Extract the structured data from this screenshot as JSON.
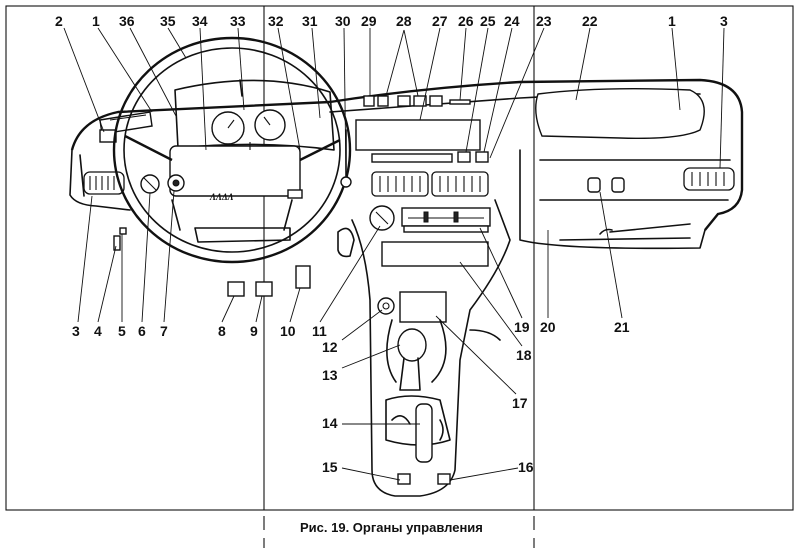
{
  "figure": {
    "caption": "Рис. 19. Органы управления",
    "logo_text": "ΛΛΔΛ"
  },
  "callouts": [
    {
      "id": "c2",
      "text": "2"
    },
    {
      "id": "c1a",
      "text": "1"
    },
    {
      "id": "c36",
      "text": "36"
    },
    {
      "id": "c35",
      "text": "35"
    },
    {
      "id": "c34",
      "text": "34"
    },
    {
      "id": "c33",
      "text": "33"
    },
    {
      "id": "c32",
      "text": "32"
    },
    {
      "id": "c31",
      "text": "31"
    },
    {
      "id": "c30",
      "text": "30"
    },
    {
      "id": "c29",
      "text": "29"
    },
    {
      "id": "c28",
      "text": "28"
    },
    {
      "id": "c27",
      "text": "27"
    },
    {
      "id": "c26",
      "text": "26"
    },
    {
      "id": "c25",
      "text": "25"
    },
    {
      "id": "c24",
      "text": "24"
    },
    {
      "id": "c23",
      "text": "23"
    },
    {
      "id": "c22",
      "text": "22"
    },
    {
      "id": "c1b",
      "text": "1"
    },
    {
      "id": "c3a",
      "text": "3"
    },
    {
      "id": "c3b",
      "text": "3"
    },
    {
      "id": "c4",
      "text": "4"
    },
    {
      "id": "c5",
      "text": "5"
    },
    {
      "id": "c6",
      "text": "6"
    },
    {
      "id": "c7",
      "text": "7"
    },
    {
      "id": "c8",
      "text": "8"
    },
    {
      "id": "c9",
      "text": "9"
    },
    {
      "id": "c10",
      "text": "10"
    },
    {
      "id": "c11",
      "text": "11"
    },
    {
      "id": "c19",
      "text": "19"
    },
    {
      "id": "c20",
      "text": "20"
    },
    {
      "id": "c21",
      "text": "21"
    },
    {
      "id": "c12",
      "text": "12"
    },
    {
      "id": "c18",
      "text": "18"
    },
    {
      "id": "c13",
      "text": "13"
    },
    {
      "id": "c17",
      "text": "17"
    },
    {
      "id": "c14",
      "text": "14"
    },
    {
      "id": "c15",
      "text": "15"
    },
    {
      "id": "c16",
      "text": "16"
    }
  ]
}
